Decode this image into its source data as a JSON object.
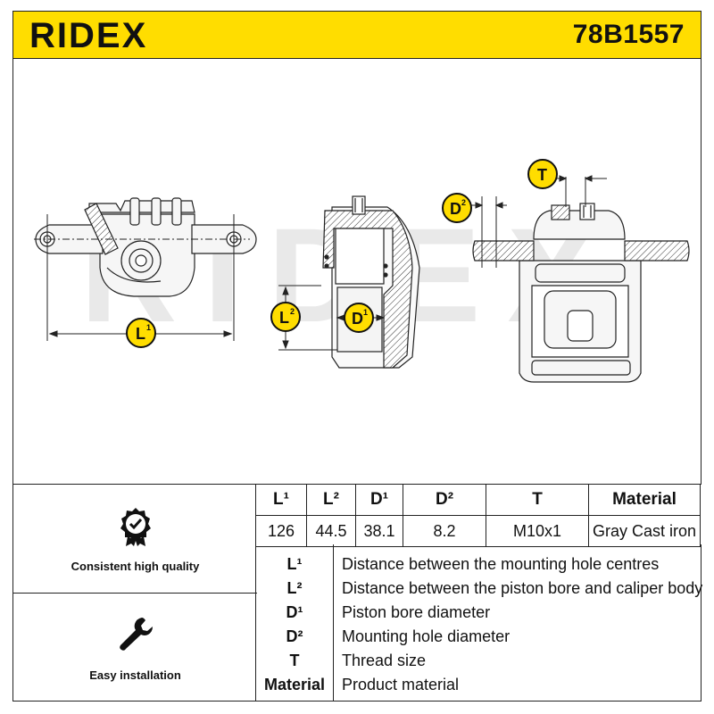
{
  "header": {
    "brand": "RIDEX",
    "part_number": "78B1557",
    "accent_color": "#ffdd00"
  },
  "watermark": "RIDEX",
  "dimension_badges": {
    "l1": {
      "base": "L",
      "sup": "1"
    },
    "l2": {
      "base": "L",
      "sup": "2"
    },
    "d1": {
      "base": "D",
      "sup": "1"
    },
    "d2": {
      "base": "D",
      "sup": "2"
    },
    "t": {
      "base": "T",
      "sup": ""
    }
  },
  "spec_table": {
    "headers": [
      "L¹",
      "L²",
      "D¹",
      "D²",
      "T",
      "Material"
    ],
    "values": [
      "126",
      "44.5",
      "38.1",
      "8.2",
      "M10x1",
      "Gray Cast iron"
    ]
  },
  "legend": [
    {
      "key": "L¹",
      "description": "Distance between the mounting hole centres"
    },
    {
      "key": "L²",
      "description": "Distance between the piston bore and caliper body"
    },
    {
      "key": "D¹",
      "description": "Piston bore diameter"
    },
    {
      "key": "D²",
      "description": "Mounting hole diameter"
    },
    {
      "key": "T",
      "description": "Thread size"
    },
    {
      "key": "Material",
      "description": "Product material"
    }
  ],
  "features": [
    {
      "label": "Consistent high quality",
      "icon": "quality-badge-icon"
    },
    {
      "label": "Easy installation",
      "icon": "wrench-icon"
    }
  ]
}
